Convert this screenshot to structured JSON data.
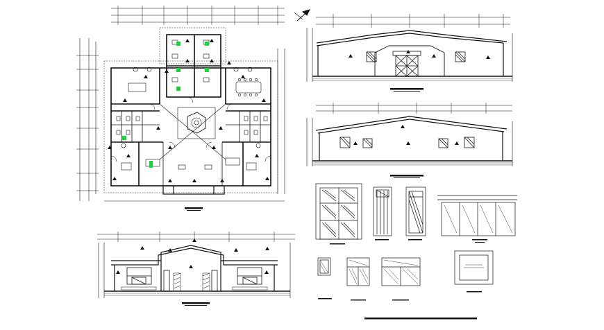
{
  "sheet": {
    "background": "#ffffff",
    "line_color": "#111111",
    "accent_color": "#19d43a"
  },
  "views": [
    {
      "id": "floor-plan",
      "label": ""
    },
    {
      "id": "front-elevation",
      "label": ""
    },
    {
      "id": "rear-elevation",
      "label": ""
    },
    {
      "id": "section",
      "label": ""
    },
    {
      "id": "door-schedule",
      "label": ""
    },
    {
      "id": "window-schedule",
      "label": ""
    }
  ],
  "icons": {
    "north_arrow": "north-arrow-icon",
    "level_marker": "triangle-level-marker-icon"
  }
}
